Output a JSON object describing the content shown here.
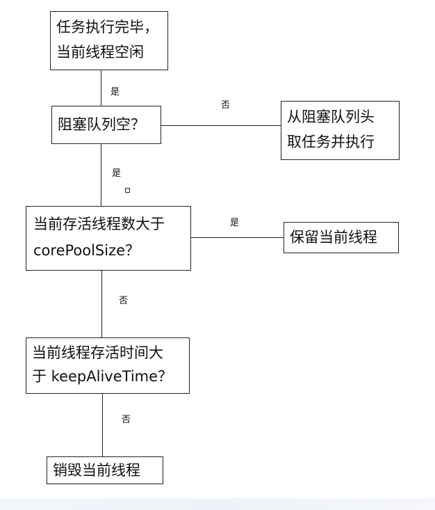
{
  "diagram": {
    "nodes": {
      "task_done": [
        "任务执行完毕，",
        "当前线程空闲"
      ],
      "queue_empty": [
        "阻塞队列空？"
      ],
      "take_from_queue": [
        "从阻塞队列头",
        "取任务并执行"
      ],
      "alive_gt_core": [
        "当前存活线程数大于",
        "corePoolSize？"
      ],
      "keep_thread": [
        "保留当前线程"
      ],
      "idle_gt_keepalive": [
        "当前线程存活时间大",
        "于 keepAliveTime？"
      ],
      "destroy_thread": [
        "销毁当前线程"
      ]
    },
    "edges": {
      "task_to_queue": "是",
      "queue_to_take": "否",
      "queue_to_alive": "是",
      "alive_to_keep": "是",
      "alive_to_idle": "否",
      "idle_to_destroy": "否"
    },
    "extra_mark": "口"
  }
}
